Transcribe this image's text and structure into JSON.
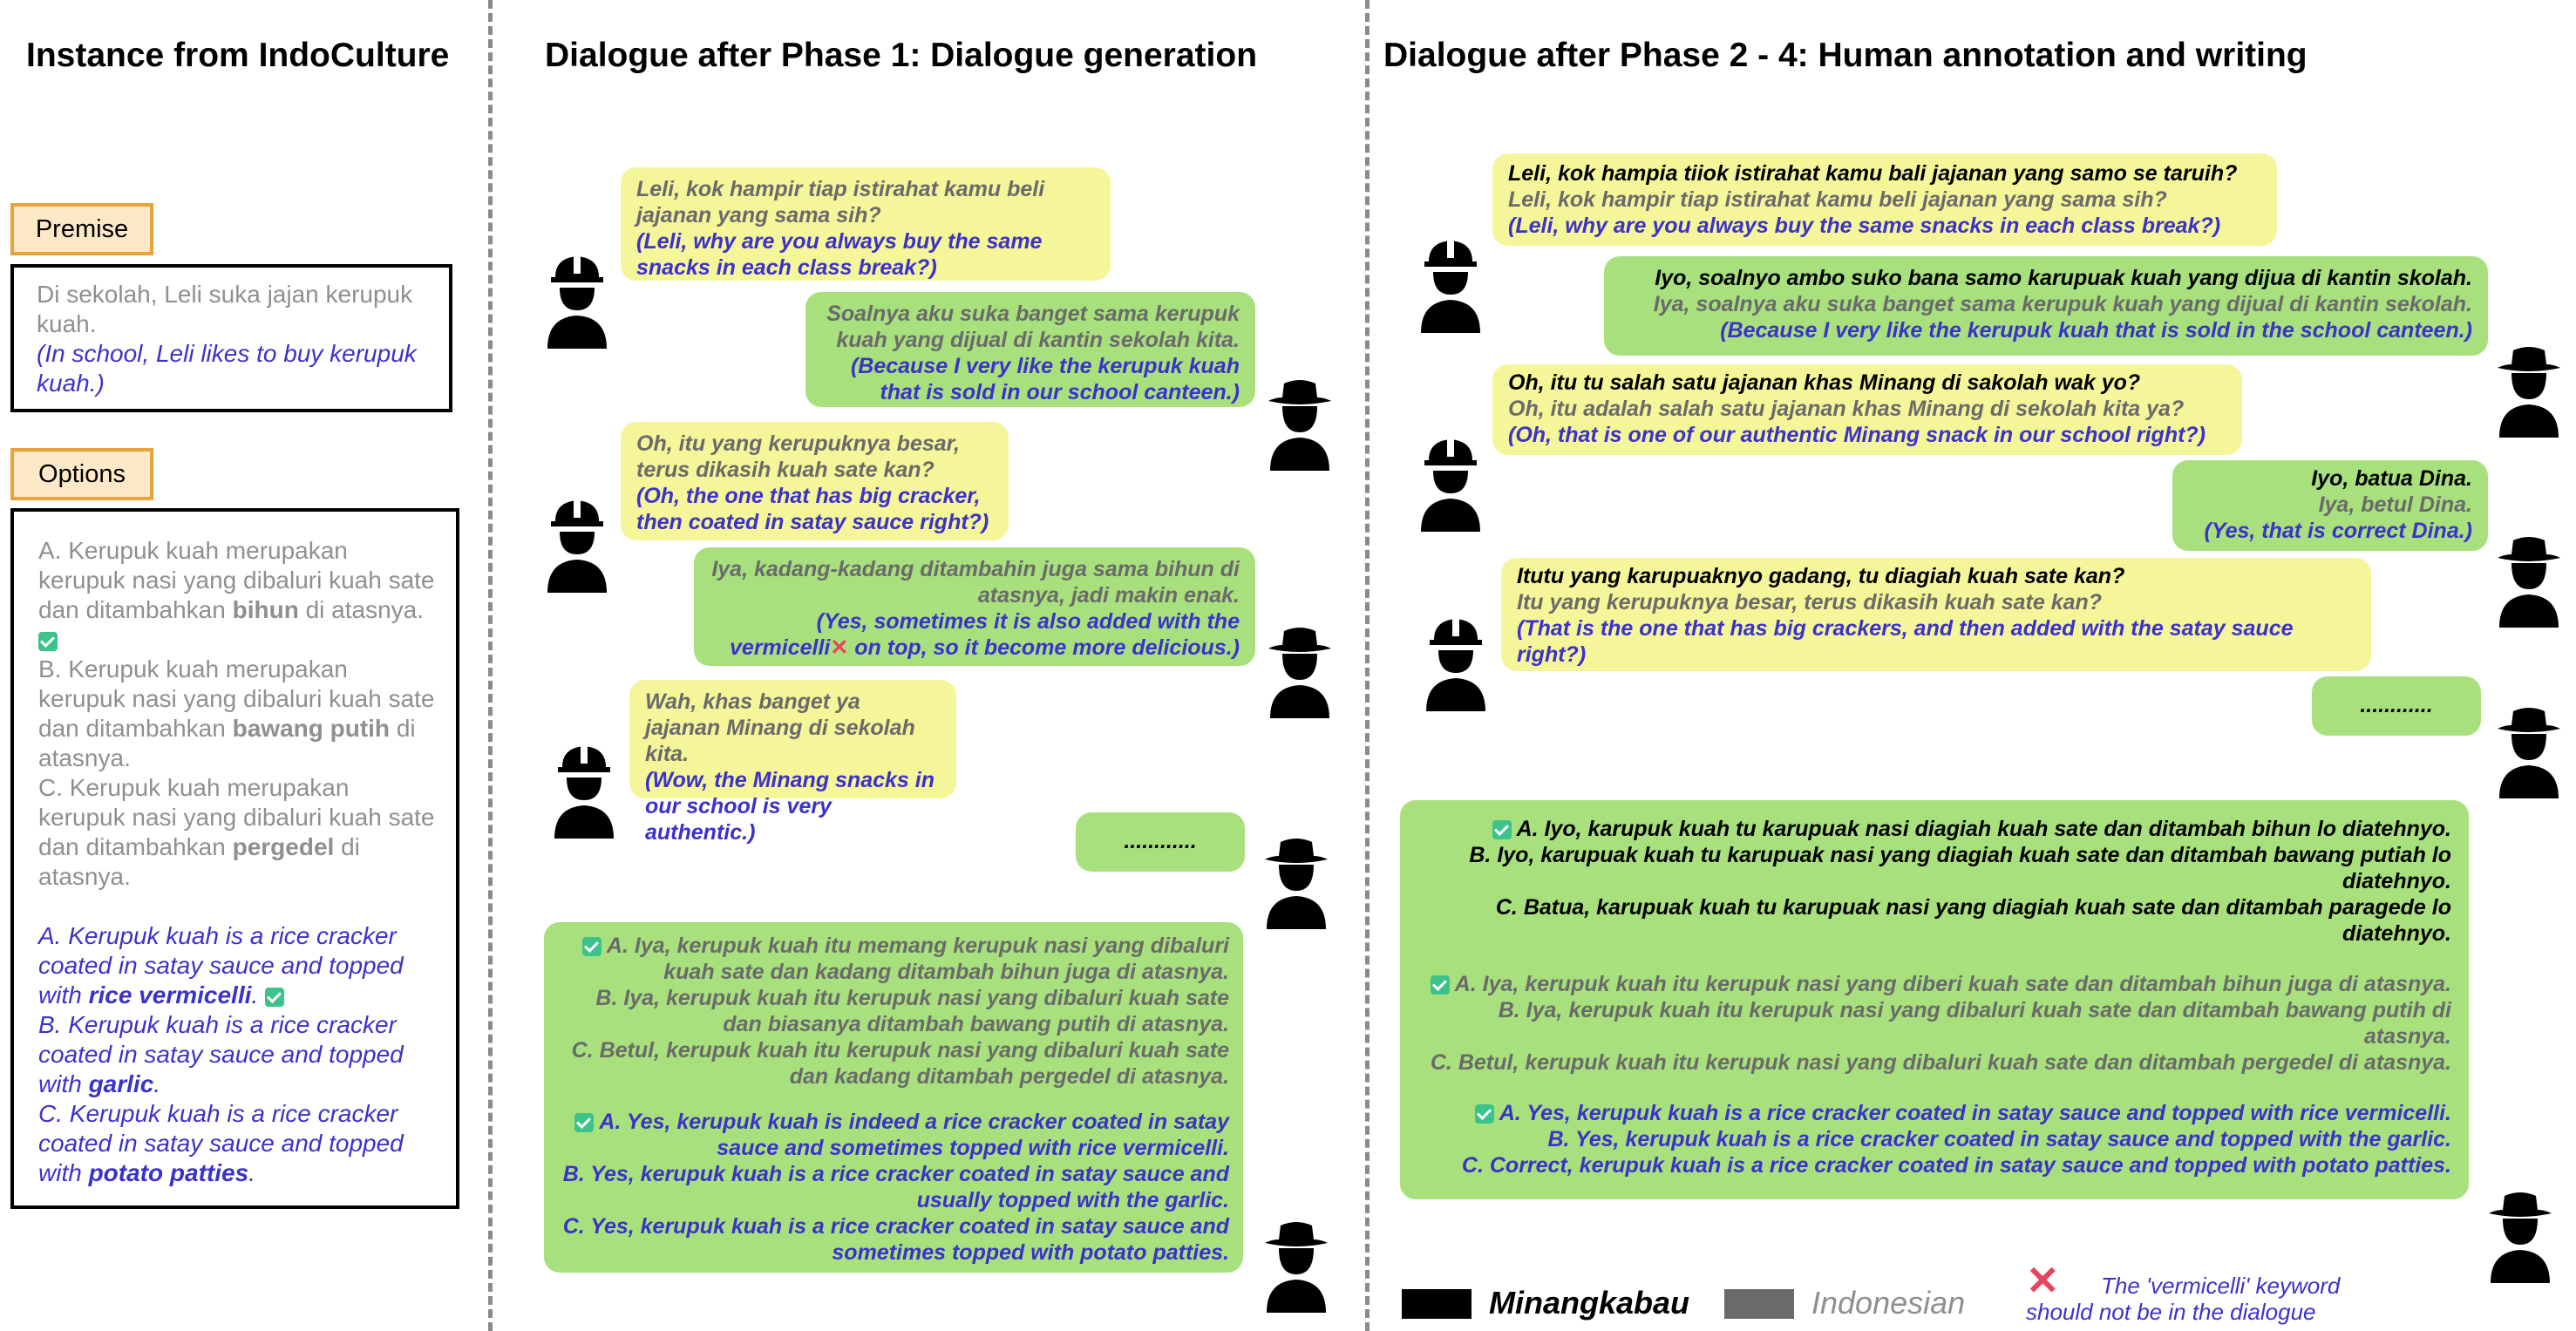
{
  "titles": {
    "left": "Instance from IndoCulture",
    "middle": "Dialogue after Phase 1: Dialogue generation",
    "right": "Dialogue after Phase 2 - 4: Human annotation and writing"
  },
  "premise": {
    "label": "Premise",
    "id_text": "Di sekolah, Leli suka jajan kerupuk kuah.",
    "en_text": "(In school, Leli likes to buy kerupuk kuah.)"
  },
  "options": {
    "label": "Options",
    "a_pre": "A. Kerupuk kuah merupakan kerupuk nasi yang dibaluri kuah sate dan ditambahkan ",
    "a_bold": "bihun",
    "a_post": " di atasnya.",
    "b_pre": "B. Kerupuk kuah merupakan kerupuk nasi yang dibaluri kuah sate dan ditambahkan ",
    "b_bold": "bawang putih",
    "b_post": " di atasnya.",
    "c_pre": "C. Kerupuk kuah merupakan kerupuk nasi yang dibaluri kuah sate dan ditambahkan ",
    "c_bold": "pergedel",
    "c_post": " di atasnya.",
    "ea_pre": "A. Kerupuk kuah is a rice cracker coated in satay sauce and topped with ",
    "ea_bold": "rice vermicelli",
    "ea_post": ".",
    "eb_pre": "B. Kerupuk kuah is a rice cracker coated in satay sauce and topped with ",
    "eb_bold": "garlic",
    "eb_post": ".",
    "ec_pre": "C. Kerupuk kuah is a rice cracker coated in satay sauce and topped with ",
    "ec_bold": "potato patties",
    "ec_post": "."
  },
  "phase1": {
    "m1": {
      "id": "Leli, kok hampir tiap istirahat kamu beli jajanan yang sama sih?",
      "en": "(Leli, why are you always buy the same snacks in each class break?)"
    },
    "m2": {
      "id": "Soalnya aku suka banget sama kerupuk kuah yang dijual di kantin sekolah kita.",
      "en": "(Because I very like the kerupuk kuah that is sold in our school canteen.)"
    },
    "m3": {
      "id": "Oh, itu yang kerupuknya besar, terus dikasih kuah sate kan?",
      "en": "(Oh, the one that has big cracker, then coated in satay sauce right?)"
    },
    "m4": {
      "id": "Iya, kadang-kadang ditambahin juga sama bihun di atasnya, jadi makin enak.",
      "en_pre": "(Yes, sometimes it is also added with the vermicelli",
      "en_post": " on top, so it become more delicious.)"
    },
    "m5": {
      "id": "Wah, khas banget ya jajanan Minang di sekolah kita.",
      "en": "(Wow, the Minang snacks in our school is very authentic.)"
    },
    "m6": "............",
    "ans_id_a": "A. Iya, kerupuk kuah itu memang kerupuk nasi yang dibaluri kuah sate dan kadang ditambah bihun juga di atasnya.",
    "ans_id_b": "B. Iya, kerupuk kuah itu kerupuk nasi yang dibaluri kuah sate dan biasanya ditambah bawang putih di atasnya.",
    "ans_id_c": "C. Betul, kerupuk kuah itu kerupuk nasi yang dibaluri kuah sate dan kadang ditambah pergedel di atasnya.",
    "ans_en_a": "A. Yes, kerupuk kuah is indeed a rice cracker coated in satay sauce and sometimes topped with rice vermicelli.",
    "ans_en_b": "B. Yes, kerupuk kuah is a rice cracker coated in satay sauce and usually topped with the garlic.",
    "ans_en_c": "C. Yes, kerupuk kuah is a rice cracker coated in satay sauce and sometimes topped with potato patties."
  },
  "phase2": {
    "m1": {
      "min": "Leli, kok hampia tiiok istirahat kamu bali jajanan yang samo se taruih?",
      "id": "Leli, kok hampir tiap istirahat kamu beli jajanan yang sama sih?",
      "en": "(Leli, why are you always buy the same snacks in each class break?)"
    },
    "m2": {
      "min": "Iyo, soalnyo ambo suko bana samo karupuak kuah yang dijua di kantin skolah.",
      "id": "Iya, soalnya aku suka banget sama kerupuk kuah yang dijual di kantin sekolah.",
      "en": "(Because I very like the kerupuk kuah that is sold in the school canteen.)"
    },
    "m3": {
      "min": "Oh, itu tu salah satu jajanan khas Minang di sakolah wak yo?",
      "id": "Oh, itu adalah salah satu jajanan khas Minang di sekolah kita ya?",
      "en": "(Oh, that is one of our authentic Minang snack in our school right?)"
    },
    "m4": {
      "min": "Iyo, batua Dina.",
      "id": "Iya, betul Dina.",
      "en": "(Yes, that is correct Dina.)"
    },
    "m5": {
      "min": "Itutu  yang karupuaknyo gadang, tu diagiah kuah sate kan?",
      "id": "Itu yang kerupuknya besar, terus dikasih kuah sate kan?",
      "en": "(That is the one that has big crackers, and then added with the satay sauce right?)"
    },
    "m6": "............",
    "ans_min_a": "A. Iyo, karupuk kuah tu karupuak nasi diagiah kuah sate dan ditambah bihun lo diatehnyo.",
    "ans_min_b": "B. Iyo, karupuak kuah tu karupuak nasi yang diagiah kuah sate dan ditambah bawang putiah lo diatehnyo.",
    "ans_min_c": "C. Batua, karupuak kuah tu karupuak nasi yang diagiah kuah sate dan ditambah paragede lo diatehnyo.",
    "ans_id_a": "A. Iya, kerupuk kuah itu kerupuk nasi yang diberi kuah sate dan ditambah bihun juga di atasnya.",
    "ans_id_b": "B. Iya, kerupuk kuah itu kerupuk nasi yang dibaluri kuah sate dan ditambah bawang putih di atasnya.",
    "ans_id_c": "C. Betul, kerupuk kuah itu kerupuk nasi yang dibaluri kuah sate dan ditambah pergedel di atasnya.",
    "ans_en_a": "A. Yes, kerupuk kuah is a rice cracker coated in satay sauce and topped with rice vermicelli.",
    "ans_en_b": "B. Yes, kerupuk kuah is a rice cracker coated in satay sauce and topped with the garlic.",
    "ans_en_c": "C. Correct, kerupuk kuah is a rice cracker coated in satay sauce and topped with potato patties."
  },
  "legend": {
    "minangkabau": "Minangkabau",
    "indonesian": "Indonesian",
    "note_line1": "The 'vermicelli' keyword",
    "note_line2": "should not be in the dialogue",
    "colors": {
      "minangkabau": "#000000",
      "indonesian": "#6a6a6a",
      "note": "#3b32c9",
      "cross": "#e8455c",
      "yellow": "#f5f59a",
      "green": "#a8e07e"
    }
  }
}
